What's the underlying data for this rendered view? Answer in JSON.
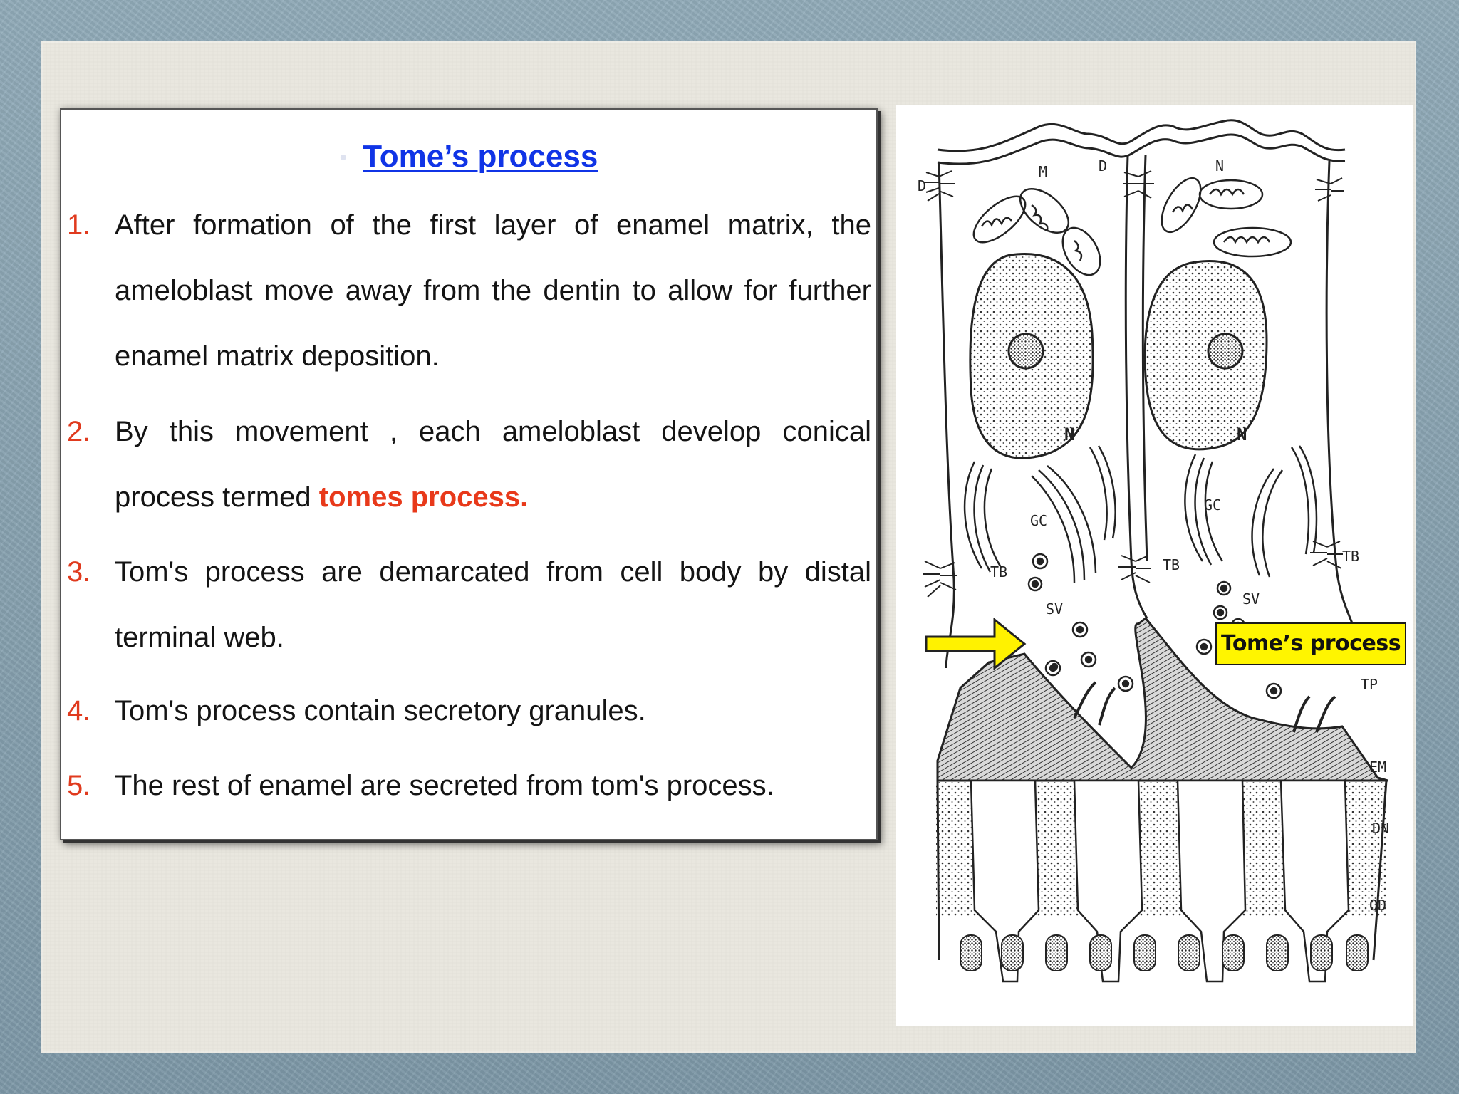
{
  "slide": {
    "heading": "Tome’s process",
    "items": [
      {
        "num": "1.",
        "text": "After formation of the first layer of enamel matrix, the ameloblast move away from the dentin to allow for further enamel matrix deposition."
      },
      {
        "num": "2.",
        "text_before": "By this movement , each ameloblast develop conical process termed ",
        "highlight": "tomes process."
      },
      {
        "num": "3.",
        "text": "Tom's process are demarcated from cell body by distal terminal web."
      },
      {
        "num": "4.",
        "text": "Tom's process contain secretory granules."
      },
      {
        "num": "5.",
        "text": "The rest of enamel are secreted from tom's process."
      }
    ]
  },
  "figure": {
    "callout_label": "Tome’s process",
    "labels": {
      "d_left": "D",
      "d_top": "D",
      "m": "M",
      "n_top": "N",
      "n_left": "N",
      "n_right": "N",
      "gc_left": "GC",
      "gc_right": "GC",
      "tb_left": "TB",
      "tb_mid": "TB",
      "tb_right": "TB",
      "sv_left": "SV",
      "sv_right": "SV",
      "tp": "TP",
      "em": "EM",
      "dn": "DN",
      "od": "OD"
    }
  },
  "colors": {
    "heading": "#1034e6",
    "number": "#e03a1e",
    "highlight": "#e8391a",
    "callout_bg": "#fff500",
    "arrow": "#fff200"
  }
}
